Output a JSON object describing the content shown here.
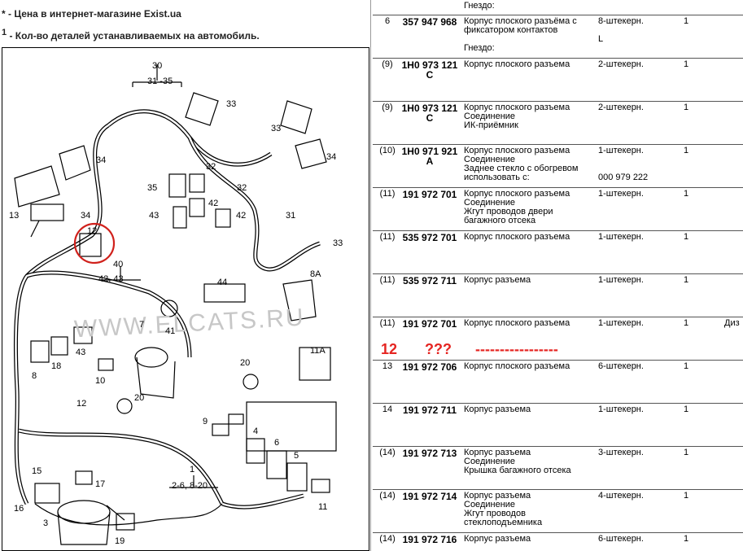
{
  "notes": [
    {
      "mark": "*",
      "text": " - Цена в интернет-магазине Exist.ua"
    },
    {
      "mark": "1",
      "text": " - Кол-во деталей устанавливаемых на автомобиль."
    }
  ],
  "diagram": {
    "watermark": "WWW.ELCATS.RU",
    "labels": [
      "30",
      "31 -35",
      "33",
      "33",
      "34",
      "34",
      "35",
      "32",
      "32",
      "42",
      "42",
      "43",
      "31",
      "33",
      "13",
      "34",
      "12",
      "40",
      "42, 43",
      "44",
      "8А",
      "7",
      "41",
      "43",
      "8",
      "18",
      "10",
      "20",
      "11А",
      "20",
      "12",
      "9",
      "4",
      "6",
      "5",
      "1",
      "2-6, 8-20",
      "15",
      "17",
      "16",
      "3",
      "19",
      "11"
    ]
  },
  "annotation": {
    "position": "12",
    "marks": "???",
    "dashes": "-----------------"
  },
  "table": {
    "rows": [
      {
        "pos": "",
        "number": "",
        "desc": [
          "Гнездо:"
        ],
        "type": "",
        "qty": "",
        "extra": ""
      },
      {
        "pos": "6",
        "number": "357 947 968",
        "desc": [
          "Корпус плоского разъёма с",
          "фиксатором контактов",
          "",
          "Гнездо:"
        ],
        "type": "8-штекерн.",
        "type2": "L",
        "qty": "1",
        "extra": ""
      },
      {
        "pos": "(9)",
        "number": "1H0 973 121 C",
        "desc": [
          "Корпус плоского разъема"
        ],
        "type": "2-штекерн.",
        "qty": "1",
        "extra": ""
      },
      {
        "pos": "(9)",
        "number": "1H0 973 121 C",
        "desc": [
          "Корпус плоского разъема",
          "Соединение",
          "ИК-приёмник"
        ],
        "type": "2-штекерн.",
        "qty": "1",
        "extra": ""
      },
      {
        "pos": "(10)",
        "number": "1H0 971 921 A",
        "desc": [
          "Корпус плоского разъема",
          "Соединение",
          "Заднее стекло с обогревом",
          "использовать с:"
        ],
        "type": "1-штекерн.",
        "type2": "000 979 222",
        "qty": "1",
        "extra": ""
      },
      {
        "pos": "(11)",
        "number": "191 972 701",
        "desc": [
          "Корпус плоского разъема",
          "Соединение",
          "Жгут проводов двери",
          "багажного отсека"
        ],
        "type": "1-штекерн.",
        "qty": "1",
        "extra": ""
      },
      {
        "pos": "(11)",
        "number": "535 972 701",
        "desc": [
          "Корпус плоского разъема"
        ],
        "type": "1-штекерн.",
        "qty": "1",
        "extra": ""
      },
      {
        "pos": "(11)",
        "number": "535 972 711",
        "desc": [
          "Корпус разъема"
        ],
        "type": "1-штекерн.",
        "qty": "1",
        "extra": ""
      },
      {
        "pos": "(11)",
        "number": "191 972 701",
        "desc": [
          "Корпус плоского разъема"
        ],
        "type": "1-штекерн.",
        "qty": "1",
        "extra": "Диз"
      },
      {
        "pos": "13",
        "number": "191 972 706",
        "desc": [
          "Корпус плоского разъема"
        ],
        "type": "6-штекерн.",
        "qty": "1",
        "extra": ""
      },
      {
        "pos": "14",
        "number": "191 972 711",
        "desc": [
          "Корпус разъема"
        ],
        "type": "1-штекерн.",
        "qty": "1",
        "extra": ""
      },
      {
        "pos": "(14)",
        "number": "191 972 713",
        "desc": [
          "Корпус разъема",
          "Соединение",
          "Крышка багажного отсека"
        ],
        "type": "3-штекерн.",
        "qty": "1",
        "extra": ""
      },
      {
        "pos": "(14)",
        "number": "191 972 714",
        "desc": [
          "Корпус разъема",
          "Соединение",
          "Жгут проводов",
          "стеклоподъемника"
        ],
        "type": "4-штекерн.",
        "qty": "1",
        "extra": ""
      },
      {
        "pos": "(14)",
        "number": "191 972 716",
        "desc": [
          "Корпус разъема"
        ],
        "type": "6-штекерн.",
        "qty": "1",
        "extra": ""
      }
    ]
  }
}
